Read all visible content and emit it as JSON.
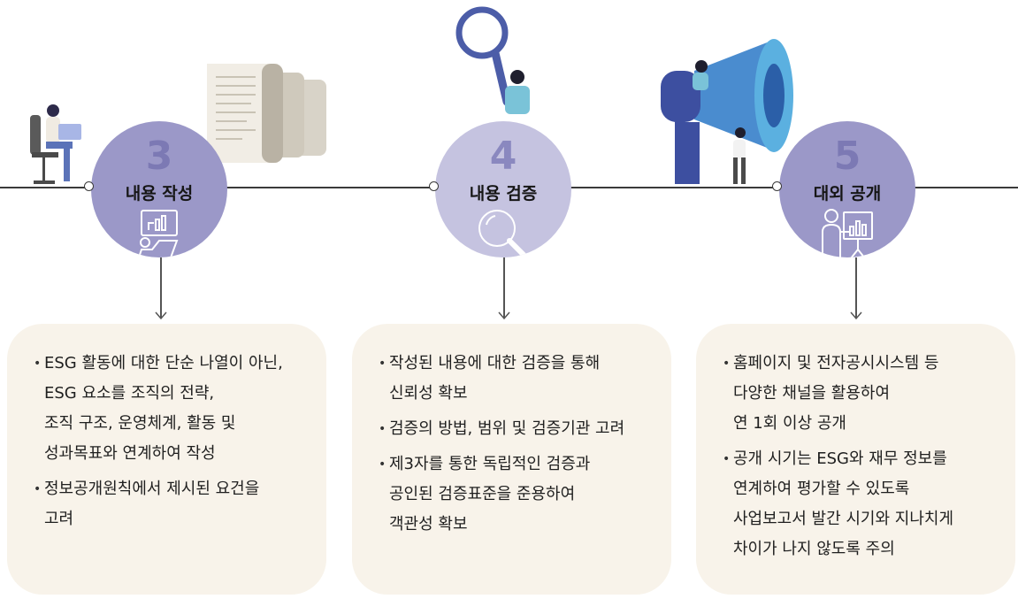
{
  "steps": [
    {
      "number": "3",
      "title": "내용 작성",
      "bullets": [
        "ESG 활동에 대한 단순 나열이 아닌,\nESG 요소를 조직의 전략,\n조직 구조, 운영체계, 활동 및\n성과목표와 연계하여 작성",
        "정보공개원칙에서 제시된 요건을\n고려"
      ]
    },
    {
      "number": "4",
      "title": "내용 검증",
      "bullets": [
        "작성된 내용에 대한 검증을 통해\n신뢰성 확보",
        "검증의 방법, 범위 및 검증기관 고려",
        "제3자를 통한 독립적인 검증과\n공인된 검증표준을 준용하여\n객관성 확보"
      ]
    },
    {
      "number": "5",
      "title": "대외 공개",
      "bullets": [
        "홈페이지 및 전자공시시스템 등\n다양한 채널을 활용하여\n연 1회 이상 공개",
        "공개 시기는 ESG와 재무 정보를\n연계하여 평가할 수 있도록\n사업보고서 발간 시기와 지나치게\n차이가 나지 않도록 주의"
      ]
    }
  ],
  "colors": {
    "circle3": "#9b98c8",
    "circle4": "#c5c3e0",
    "circle5": "#9b98c8",
    "number3": "#7c79b4",
    "number4": "#8a88bf",
    "number5": "#7c79b4",
    "box": "#f8f3ea",
    "line": "#3b3b3b"
  },
  "icons": [
    "presentation-person-icon",
    "magnifier-icon",
    "chart-board-person-icon"
  ]
}
